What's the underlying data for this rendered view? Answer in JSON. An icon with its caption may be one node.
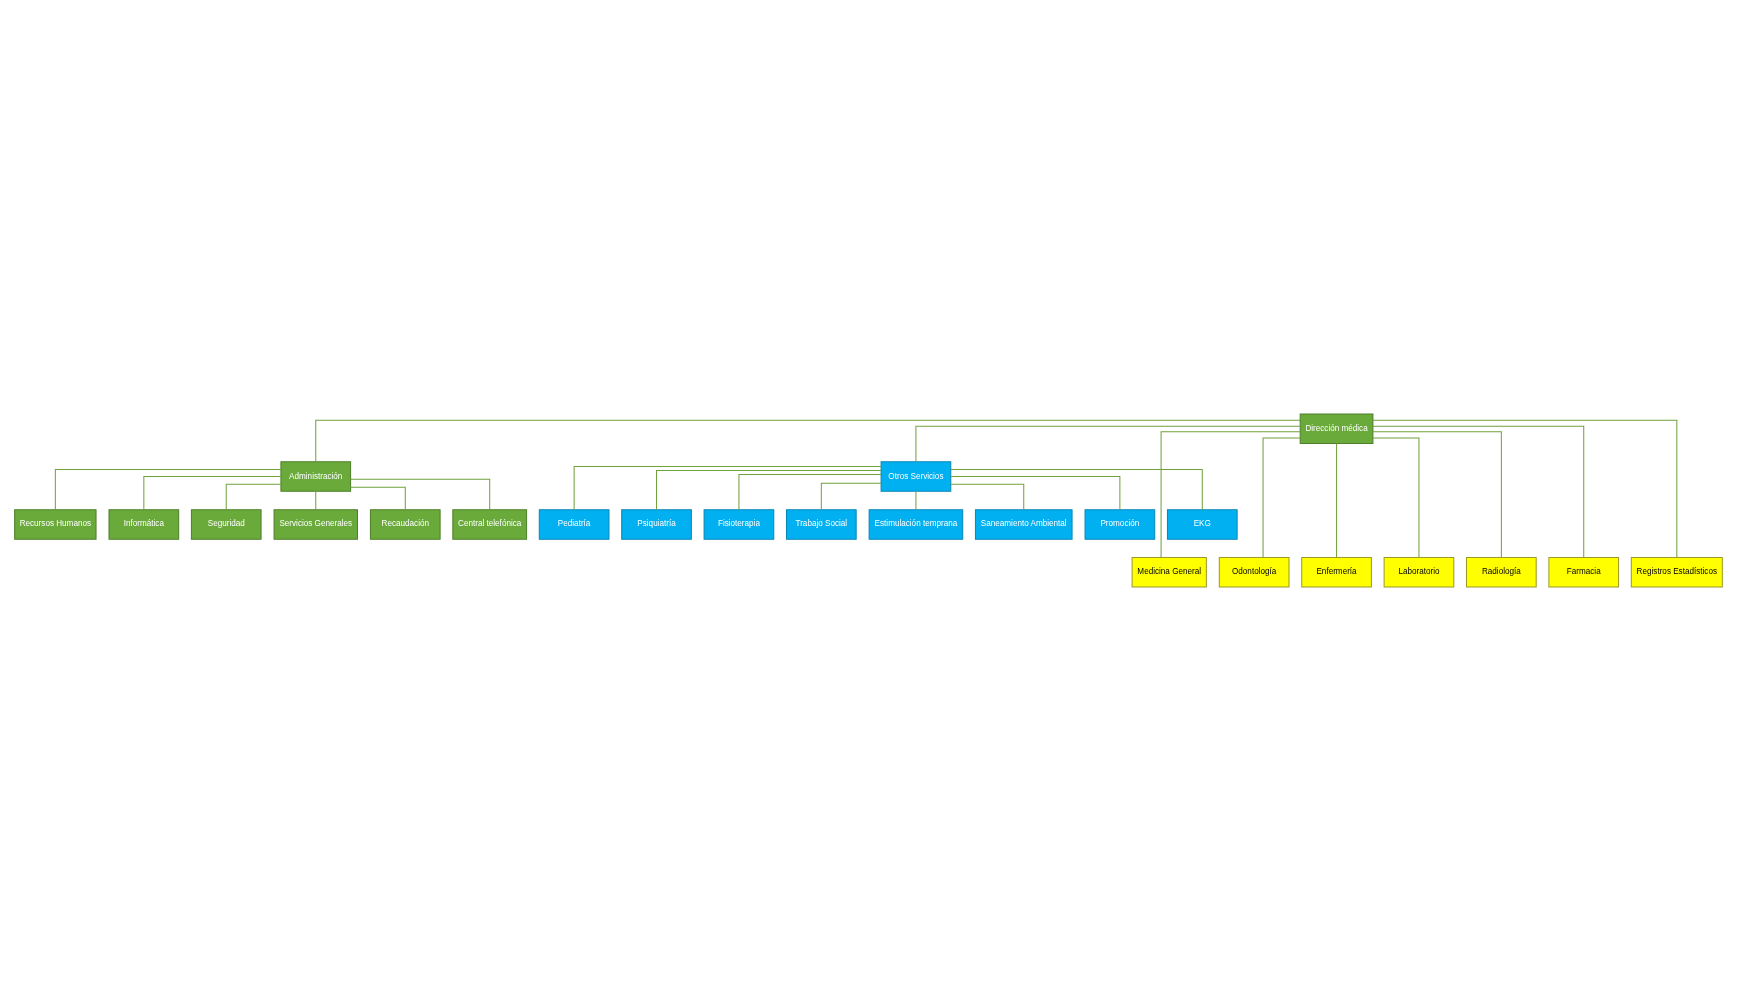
{
  "diagram": {
    "nodes": [
      {
        "text": [
          "Dirección médica"
        ]
      },
      {
        "text": [
          "Administración"
        ]
      },
      {
        "text": [
          "Otros Servicios"
        ]
      },
      {
        "text": [
          "Recursos Humanos"
        ]
      },
      {
        "text": [
          "Informática"
        ]
      },
      {
        "text": [
          "Seguridad"
        ]
      },
      {
        "text": [
          "Servicios Generales"
        ]
      },
      {
        "text": [
          "Recaudación"
        ]
      },
      {
        "text": [
          "Central telefónica"
        ]
      },
      {
        "text": [
          "Pediatría"
        ]
      },
      {
        "text": [
          "Psiquiatría"
        ]
      },
      {
        "text": [
          "Fisioterapia"
        ]
      },
      {
        "text": [
          "Trabajo Social"
        ]
      },
      {
        "text": [
          "Estimulación temprana"
        ]
      },
      {
        "text": [
          "Saneamiento Ambiental"
        ]
      },
      {
        "text": [
          "Promoción"
        ]
      },
      {
        "text": [
          "EKG"
        ]
      },
      {
        "text": [
          "Medicina General"
        ]
      },
      {
        "text": [
          "Odontología"
        ]
      },
      {
        "text": [
          "Enfermería"
        ]
      },
      {
        "text": [
          "Laboratorio"
        ]
      },
      {
        "text": [
          "Radiología"
        ]
      },
      {
        "text": [
          "Farmacia"
        ]
      },
      {
        "text": [
          "Registros Estadísticos"
        ]
      }
    ],
    "edges": [
      {
        "from": 0,
        "to": 1,
        "arrow": "none"
      },
      {
        "from": 0,
        "to": 2,
        "arrow": "none"
      },
      {
        "from": 1,
        "to": 3,
        "arrow": "none"
      },
      {
        "from": 1,
        "to": 4,
        "arrow": "none"
      },
      {
        "from": 1,
        "to": 5,
        "arrow": "none"
      },
      {
        "from": 1,
        "to": 6,
        "arrow": "none"
      },
      {
        "from": 1,
        "to": 7,
        "arrow": "none"
      },
      {
        "from": 1,
        "to": 8,
        "arrow": "none"
      },
      {
        "from": 2,
        "to": 9,
        "arrow": "none"
      },
      {
        "from": 2,
        "to": 10,
        "arrow": "none"
      },
      {
        "from": 2,
        "to": 11,
        "arrow": "none"
      },
      {
        "from": 2,
        "to": 12,
        "arrow": "none"
      },
      {
        "from": 2,
        "to": 13,
        "arrow": "none"
      },
      {
        "from": 2,
        "to": 14,
        "arrow": "none"
      },
      {
        "from": 2,
        "to": 15,
        "arrow": "none"
      },
      {
        "from": 2,
        "to": 16,
        "arrow": "none"
      },
      {
        "from": 0,
        "to": 17,
        "arrow": "none"
      },
      {
        "from": 0,
        "to": 18,
        "arrow": "none"
      },
      {
        "from": 0,
        "to": 19,
        "arrow": "none"
      },
      {
        "from": 0,
        "to": 20,
        "arrow": "none"
      },
      {
        "from": 0,
        "to": 21,
        "arrow": "none"
      },
      {
        "from": 0,
        "to": 22,
        "arrow": "none"
      },
      {
        "from": 0,
        "to": 23,
        "arrow": "none"
      }
    ]
  }
}
